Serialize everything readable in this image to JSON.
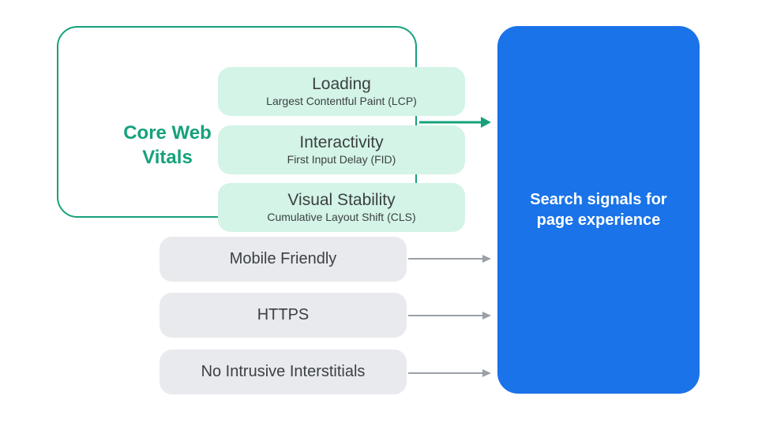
{
  "colors": {
    "teal_accent": "#16A17C",
    "mint_pill_bg": "#D3F4E6",
    "gray_pill_bg": "#E8EAED",
    "blue_box_bg": "#1A73E8",
    "dark_text": "#3C4043",
    "gray_arrow": "#9AA0A6",
    "white_text": "#ffffff",
    "background": "#ffffff"
  },
  "diagram": {
    "core_web_vitals": {
      "group_label": "Core Web Vitals",
      "items": [
        {
          "title": "Loading",
          "subtitle": "Largest Contentful Paint (LCP)"
        },
        {
          "title": "Interactivity",
          "subtitle": "First Input Delay (FID)"
        },
        {
          "title": "Visual Stability",
          "subtitle": "Cumulative Layout Shift (CLS)"
        }
      ]
    },
    "other_signals": [
      {
        "label": "Mobile Friendly"
      },
      {
        "label": "HTTPS"
      },
      {
        "label": "No Intrusive Interstitials"
      }
    ],
    "result": {
      "label": "Search signals for page experience"
    }
  }
}
